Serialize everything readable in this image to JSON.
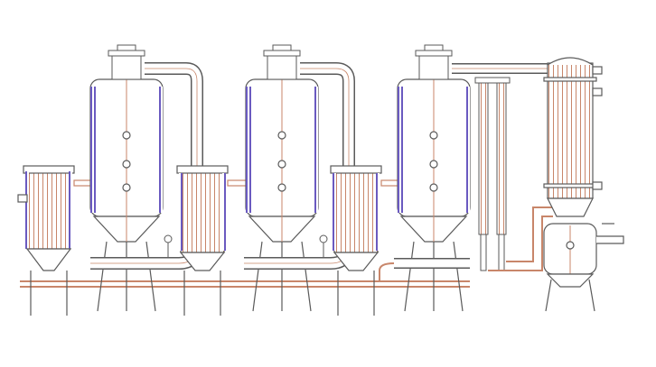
{
  "diagram": {
    "type": "multi-effect-evaporator-schematic",
    "units": [
      {
        "id": "effect-1",
        "parts": [
          "evaporator-vessel",
          "manway",
          "vapor-pipe",
          "preheater",
          "base-legs"
        ]
      },
      {
        "id": "effect-2",
        "parts": [
          "evaporator-vessel",
          "manway",
          "vapor-pipe",
          "preheater",
          "base-legs"
        ]
      },
      {
        "id": "effect-3",
        "parts": [
          "evaporator-vessel",
          "manway",
          "vapor-pipe",
          "preheater",
          "base-legs"
        ]
      },
      {
        "id": "condenser",
        "parts": [
          "tube-condenser",
          "receiver-tank",
          "vertical-coolers"
        ]
      }
    ],
    "colors": {
      "outline": "#5a5a5a",
      "pipe": "#c8866a",
      "insulation": "#6a5ac0",
      "pipe_fill": "#ffffff"
    }
  }
}
